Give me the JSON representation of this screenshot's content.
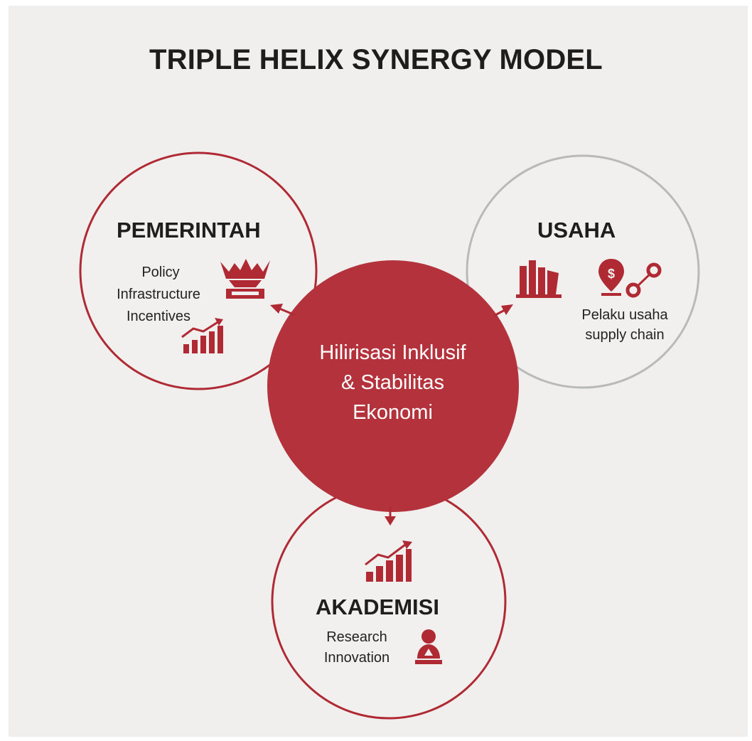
{
  "title": "TRIPLE HELIX SYNERGY MODEL",
  "center": {
    "lines": [
      "Hilirisasi Inklusif",
      "& Stabilitas",
      "Ekonomi"
    ]
  },
  "pemerintah": {
    "heading": "PEMERINTAH",
    "lines": [
      "Policy",
      "Infrastructure",
      "Incentives"
    ],
    "icons": [
      "government-building-icon",
      "growth-chart-icon"
    ]
  },
  "usaha": {
    "heading": "USAHA",
    "lines": [
      "Pelaku usaha",
      "supply chain"
    ],
    "icons": [
      "industry-bars-icon",
      "location-dollar-icon",
      "network-nodes-icon"
    ]
  },
  "akademisi": {
    "heading": "AKADEMISI",
    "lines": [
      "Research",
      "Innovation"
    ],
    "icons": [
      "growth-chart-icon",
      "person-research-icon"
    ]
  },
  "colors": {
    "accent": "#b02a34",
    "center_fill": "#b3323b",
    "usaha_ring": "#b9b9b9",
    "background": "#f0efee"
  }
}
